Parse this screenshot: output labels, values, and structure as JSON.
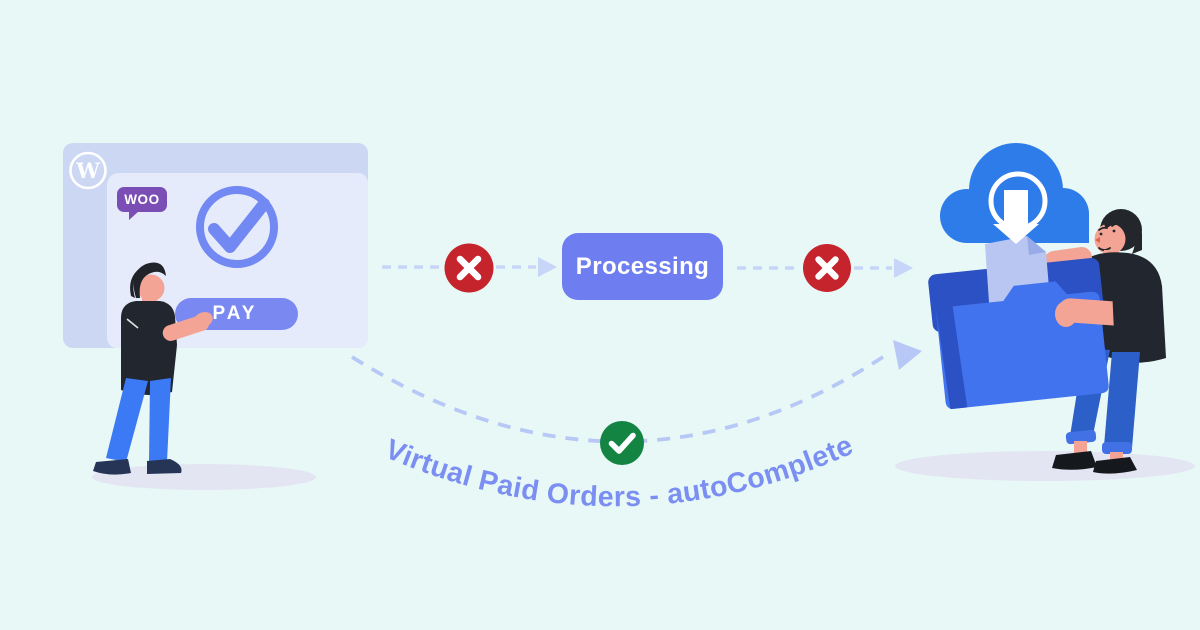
{
  "window": {
    "wordpress_initial": "W",
    "woo_label": "WOO",
    "pay_label": "PAY"
  },
  "flow": {
    "processing_label": "Processing"
  },
  "caption": {
    "label": "Virtual Paid Orders - autoComplete"
  },
  "colors": {
    "background": "#e8f8f7",
    "window_frame": "#ccd7f4",
    "window_panel": "#e6ebfc",
    "accent_periwinkle": "#7288f2",
    "processing_blue": "#6e7ef0",
    "woo_purple": "#7a4eb4",
    "error_red": "#c5242c",
    "success_green": "#148443",
    "dash_blue": "#c7d5f8",
    "curve_dash_blue": "#b7c8f6",
    "caption_blue": "#7b8ef2",
    "cloud_blue": "#2e7cea",
    "folder_blue": "#4273ef",
    "folder_dark_blue": "#2b51c4",
    "document_lavender": "#b9c6f2",
    "skin": "#f4a495",
    "shirt_dark": "#22262e",
    "pants_blue": "#3b7af4",
    "jeans_blue": "#2d5fc9",
    "shadow": "#e3e6f2"
  }
}
